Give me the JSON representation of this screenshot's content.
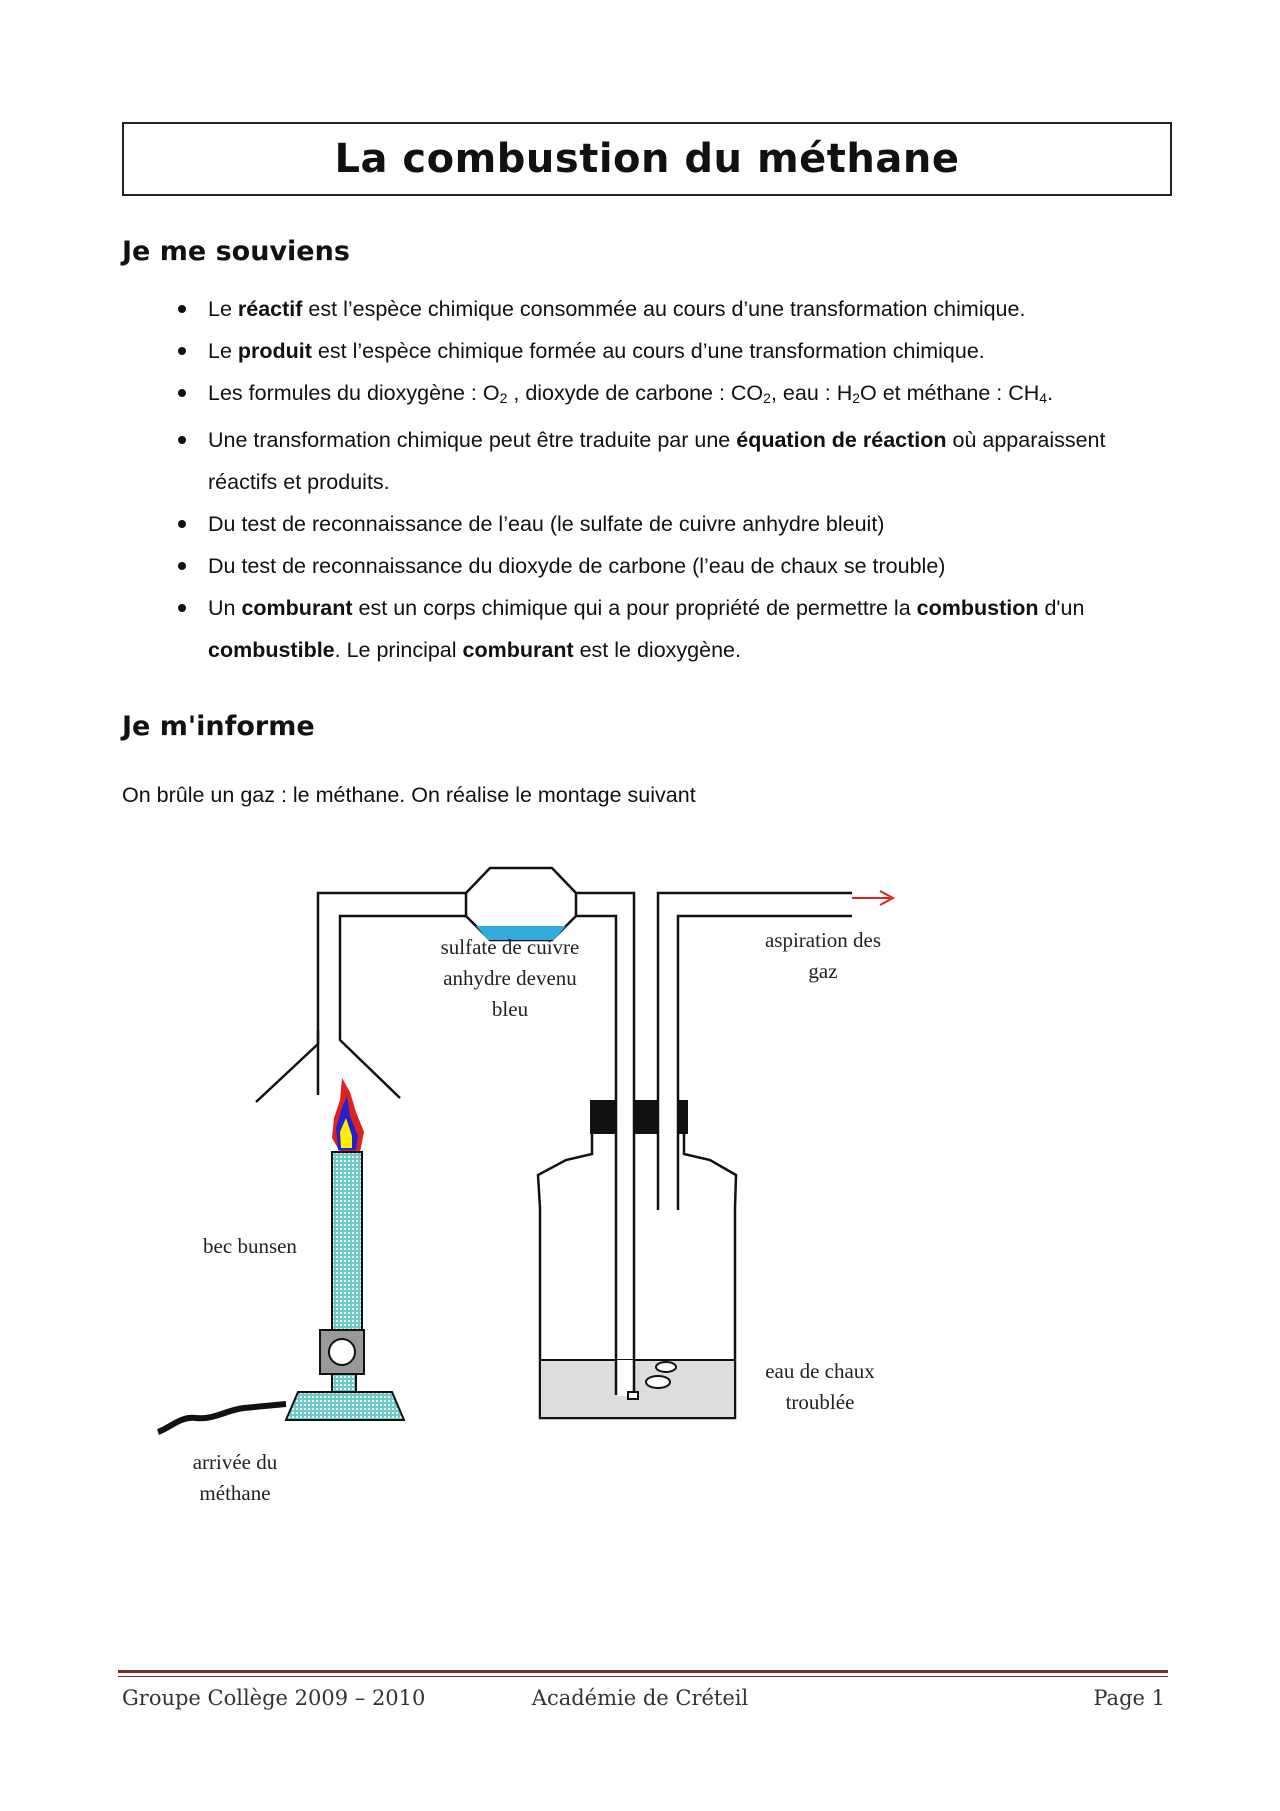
{
  "title": "La combustion du méthane",
  "section1": {
    "heading": "Je me souviens",
    "bullets": [
      [
        {
          "t": "Le "
        },
        {
          "t": "réactif",
          "b": true
        },
        {
          "t": " est l’espèce chimique consommée au cours d’une transformation chimique."
        }
      ],
      [
        {
          "t": "Le "
        },
        {
          "t": "produit",
          "b": true
        },
        {
          "t": " est l’espèce chimique formée au cours d’une transformation chimique."
        }
      ],
      [
        {
          "t": "Les formules du dioxygène : O"
        },
        {
          "t": "2",
          "sub": true
        },
        {
          "t": " , dioxyde de carbone : CO"
        },
        {
          "t": "2",
          "sub": true
        },
        {
          "t": ", eau : H"
        },
        {
          "t": "2",
          "sub": true
        },
        {
          "t": "O et méthane : CH"
        },
        {
          "t": "4",
          "sub": true
        },
        {
          "t": "."
        }
      ],
      [
        {
          "t": "Une transformation chimique peut être traduite par une "
        },
        {
          "t": "équation de réaction",
          "b": true
        },
        {
          "t": " où apparaissent réactifs et produits."
        }
      ],
      [
        {
          "t": "Du test de reconnaissance de l’eau (le sulfate de cuivre anhydre bleuit)"
        }
      ],
      [
        {
          "t": "Du test de reconnaissance du dioxyde de carbone (l’eau de chaux se trouble)"
        }
      ],
      [
        {
          "t": "Un "
        },
        {
          "t": "comburant",
          "b": true
        },
        {
          "t": " est un corps chimique qui a pour propriété de permettre la "
        },
        {
          "t": "combustion",
          "b": true
        },
        {
          "t": " d'un "
        },
        {
          "t": "combustible",
          "b": true
        },
        {
          "t": ". Le principal "
        },
        {
          "t": "comburant",
          "b": true
        },
        {
          "t": " est le dioxygène."
        }
      ]
    ]
  },
  "section2": {
    "heading": "Je m'informe",
    "intro": "On brûle un gaz : le méthane. On réalise le montage suivant"
  },
  "diagram": {
    "label_sulfate": [
      "sulfate de cuivre",
      "anhydre devenu",
      "bleu"
    ],
    "label_aspiration": [
      "aspiration des",
      "gaz"
    ],
    "label_bec": "bec bunsen",
    "label_eau": [
      "eau de chaux",
      "troublée"
    ],
    "label_arrivee": [
      "arrivée du",
      "méthane"
    ],
    "colors": {
      "sulfate": "#33aadd",
      "lime_water": "#dddddd",
      "burner": "#6fc9c9",
      "arrow": "#e02020",
      "flame_outer": "#dd2222",
      "flame_mid": "#2222cc",
      "flame_inner": "#ffee00"
    }
  },
  "footer": {
    "left": "Groupe Collège 2009 – 2010",
    "center": "Académie de Créteil",
    "right": "Page 1"
  }
}
